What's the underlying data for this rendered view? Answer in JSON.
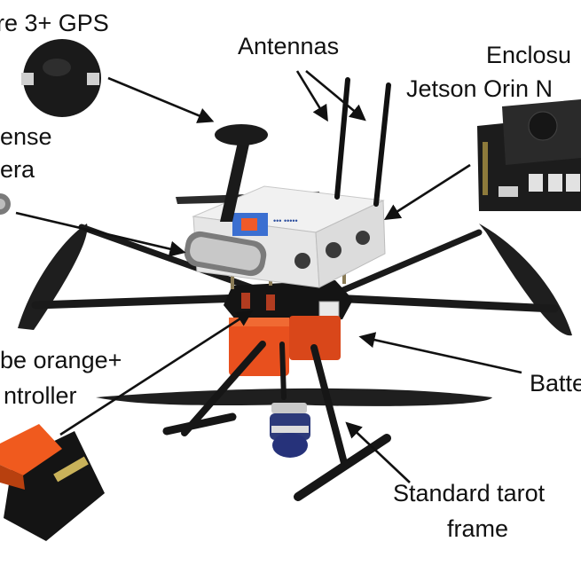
{
  "labels": {
    "gps": "re 3+ GPS",
    "antennas": "Antennas",
    "enclosure_line1": "Enclosu",
    "enclosure_line2": "Jetson Orin N",
    "camera_line1": "ense",
    "camera_line2": "era",
    "controller_line1": "be orange+",
    "controller_line2": "ntroller",
    "battery": "Batte",
    "frame_line1": "Standard tarot",
    "frame_line2": "frame"
  },
  "enclosure_logo_text": "••• •••••"
}
